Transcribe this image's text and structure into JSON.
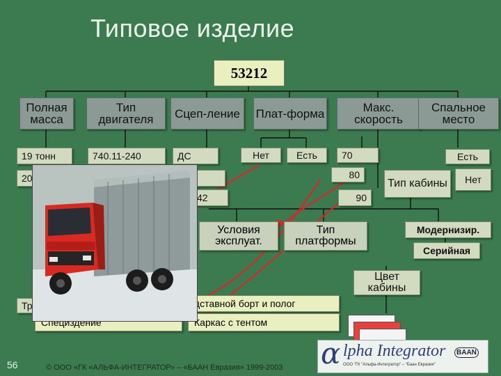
{
  "title": "Типовое изделие",
  "root": "53212",
  "attributes": [
    "Полная масса",
    "Тип двигателя",
    "Сцеп-ление",
    "Плат-форма",
    "Макс. скорость",
    "Спальное место"
  ],
  "values": {
    "mass": [
      "19 тонн",
      "20"
    ],
    "engine": [
      "740.11-240"
    ],
    "coupling": [
      "ДС",
      "42"
    ],
    "platform": [
      "Нет",
      "Есть"
    ],
    "speed": [
      "70",
      "80",
      "90"
    ],
    "sleeper": [
      "Есть",
      "Нет"
    ]
  },
  "secondary": {
    "conditions": "Условия эксплуат.",
    "platform_type": "Тип платформы",
    "cabin_type": "Тип кабины",
    "modernized": "Модернизир.",
    "serial": "Серийная",
    "cabin_color": "Цвет кабины",
    "special": "Специздение",
    "frame_tent": "Каркас с тентом",
    "drop_side": "дставной борт и полог",
    "tr": "Тр"
  },
  "page_number": "56",
  "footer": "© ООО «ГК «АЛЬФА-ИНТЕГРАТОР» – «БААН Евразия» 1999-2003",
  "logo": {
    "alpha": "α",
    "name": "lpha Integrator",
    "small": "ООО \"ГК \"Альфа-Интегратор\" – \"Баан Евразия\"",
    "baan": "BAAN"
  },
  "colors": {
    "background": "#3b7b4f",
    "arrow": "#d9262a",
    "swatch_red": "#e8413b",
    "swatch_white": "#f4f4f4"
  },
  "image": "red-truck-photo"
}
